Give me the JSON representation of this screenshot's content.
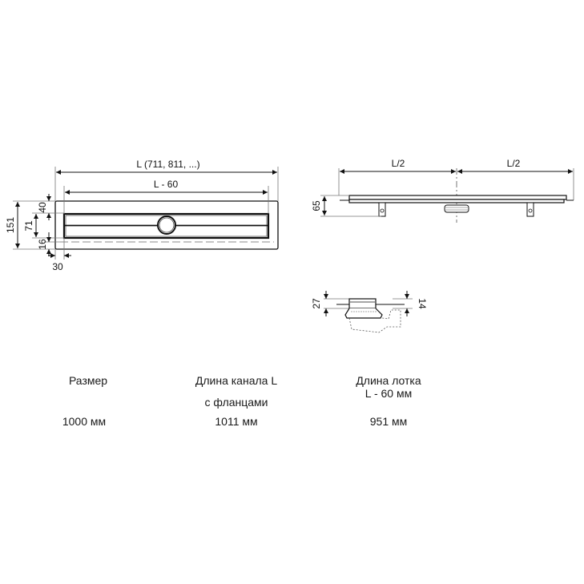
{
  "drawing": {
    "top_view": {
      "overall_length_label": "L (711, 811, ...)",
      "inner_length_label": "L - 60",
      "height_total": "151",
      "height_top_offset": "40",
      "height_channel": "71",
      "height_bottom_offset": "16",
      "side_offset": "30"
    },
    "side_view": {
      "left_half_label": "L/2",
      "right_half_label": "L/2",
      "height": "65"
    },
    "outlet_detail": {
      "height_total": "27",
      "height_top": "14"
    }
  },
  "table": {
    "headers": {
      "size": "Размер",
      "channel_length_line1": "Длина канала L",
      "channel_length_line2": "с фланцами",
      "tray_length_line1": "Длина лотка",
      "tray_length_line2": "L - 60 мм"
    },
    "row": {
      "size": "1000 мм",
      "channel_length": "1011 мм",
      "tray_length": "951 мм"
    }
  },
  "colors": {
    "line": "#111111",
    "ext_line": "#777777"
  }
}
